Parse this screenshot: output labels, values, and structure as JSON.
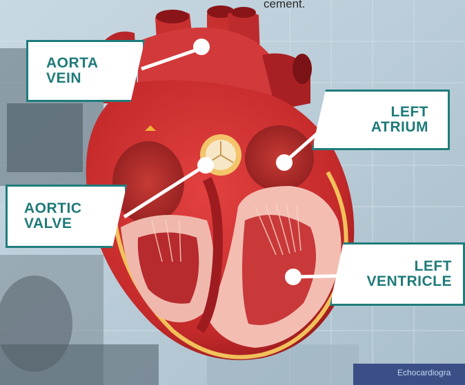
{
  "caption_fragment": "cement.",
  "labels": {
    "aorta": [
      "AORTA",
      "VEIN"
    ],
    "aortic_valve": [
      "AORTIC",
      "VALVE"
    ],
    "left_atrium": [
      "LEFT",
      "ATRIUM"
    ],
    "left_ventricle": [
      "LEFT",
      "VENTRICLE"
    ]
  },
  "bottom_strip_text": "Echocardiogra",
  "colors": {
    "label_border": "#1f7c7b",
    "label_text": "#1e7a78",
    "heart_red": "#c8282a",
    "chamber_pink": "#f4b9b0"
  }
}
